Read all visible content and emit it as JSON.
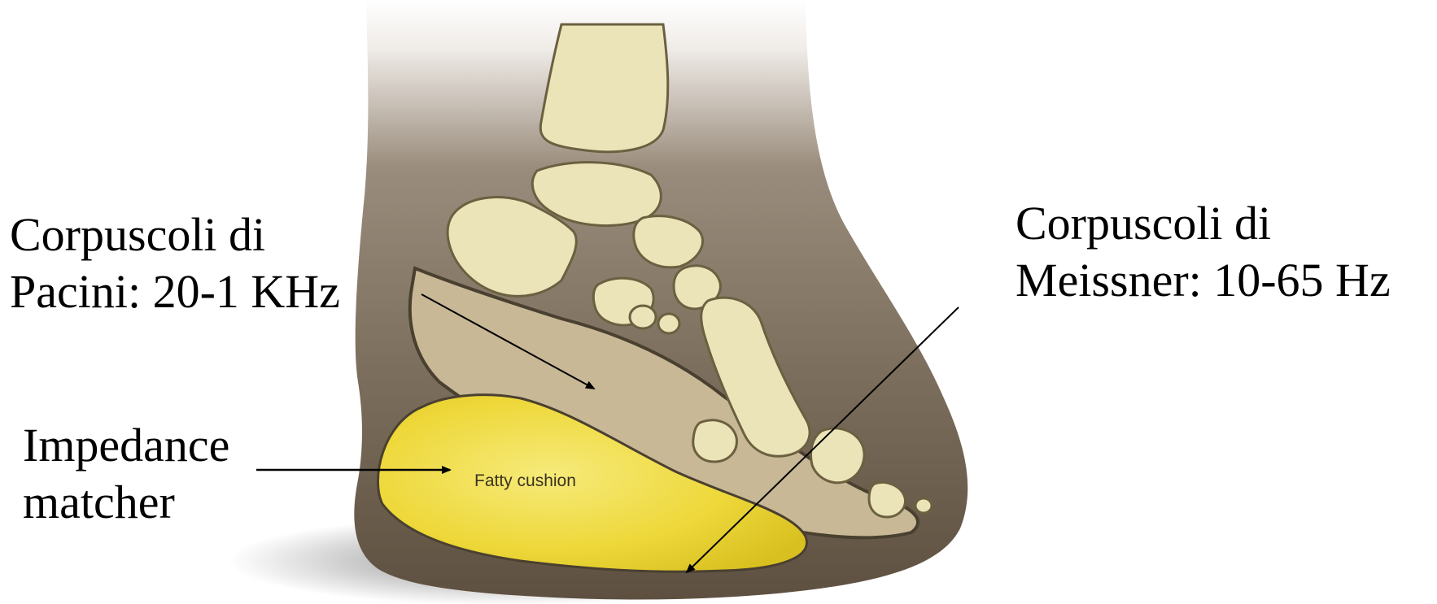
{
  "labels": {
    "pacini": {
      "line1": "Corpuscoli di",
      "line2": "Pacini: 20-1 KHz"
    },
    "meissner": {
      "line1": "Corpuscoli di",
      "line2": "Meissner: 10-65 Hz"
    },
    "impedance": {
      "line1": "Impedance",
      "line2": "matcher"
    },
    "fatty_cushion": "Fatty cushion"
  },
  "colors": {
    "skin": "#8a7a68",
    "skin_dark": "#5e5040",
    "bone": "#ebe4b8",
    "bone_outline": "#6b6040",
    "fat": "#f0dc3c",
    "connective": "#c8b896",
    "text": "#000000"
  }
}
